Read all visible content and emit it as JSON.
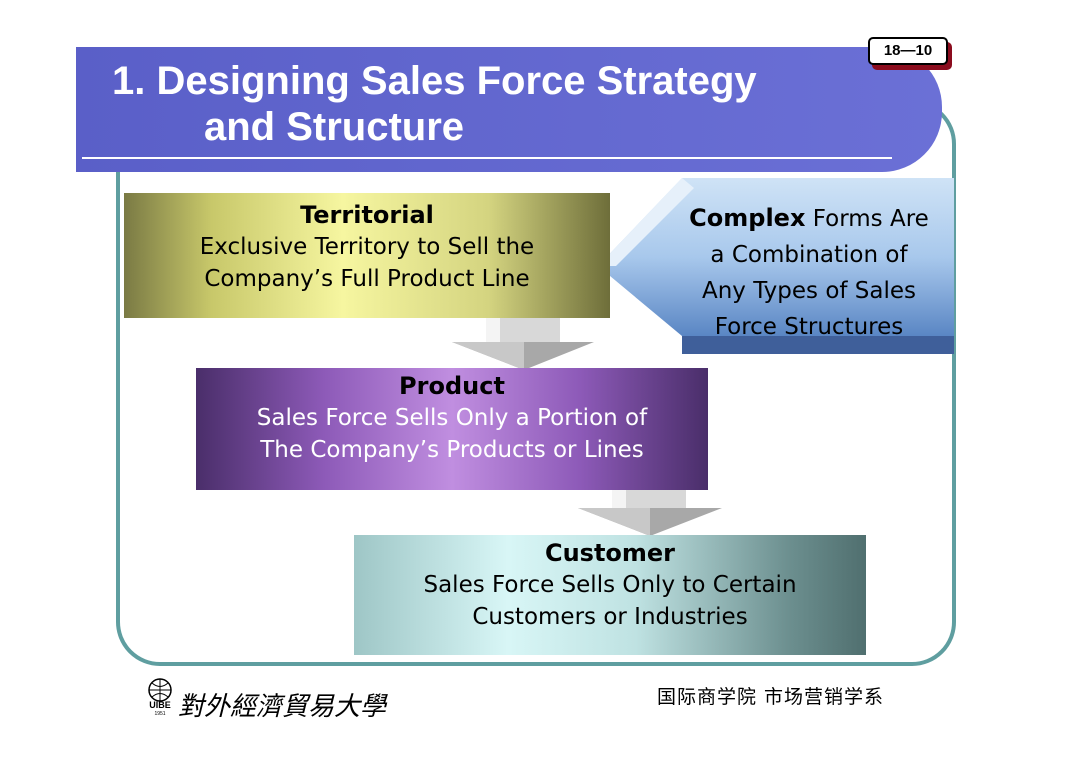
{
  "slide_number": "18—10",
  "title": {
    "line1": "1. Designing Sales Force Strategy",
    "line2": "and Structure"
  },
  "territorial": {
    "heading": "Territorial",
    "line1": "Exclusive Territory to Sell the",
    "line2": "Company’s Full Product Line"
  },
  "product": {
    "heading": "Product",
    "line1": "Sales Force Sells Only a Portion of",
    "line2": "The Company’s Products or Lines"
  },
  "customer": {
    "heading": "Customer",
    "line1": "Sales Force Sells Only to Certain",
    "line2": "Customers or Industries"
  },
  "complex": {
    "bold": "Complex",
    "rest1": " Forms Are",
    "line2": "a Combination of",
    "line3": "Any Types of Sales",
    "line4": "Force Structures"
  },
  "footer": {
    "university": "對外經濟貿易大學",
    "logo_mark": "UIBE",
    "logo_year": "1951",
    "department": "国际商学院  市场营销学系"
  },
  "colors": {
    "title_band": "#5a5fc8",
    "frame": "#5f9ea0",
    "slide_num_shadow": "#8b0c1e"
  }
}
